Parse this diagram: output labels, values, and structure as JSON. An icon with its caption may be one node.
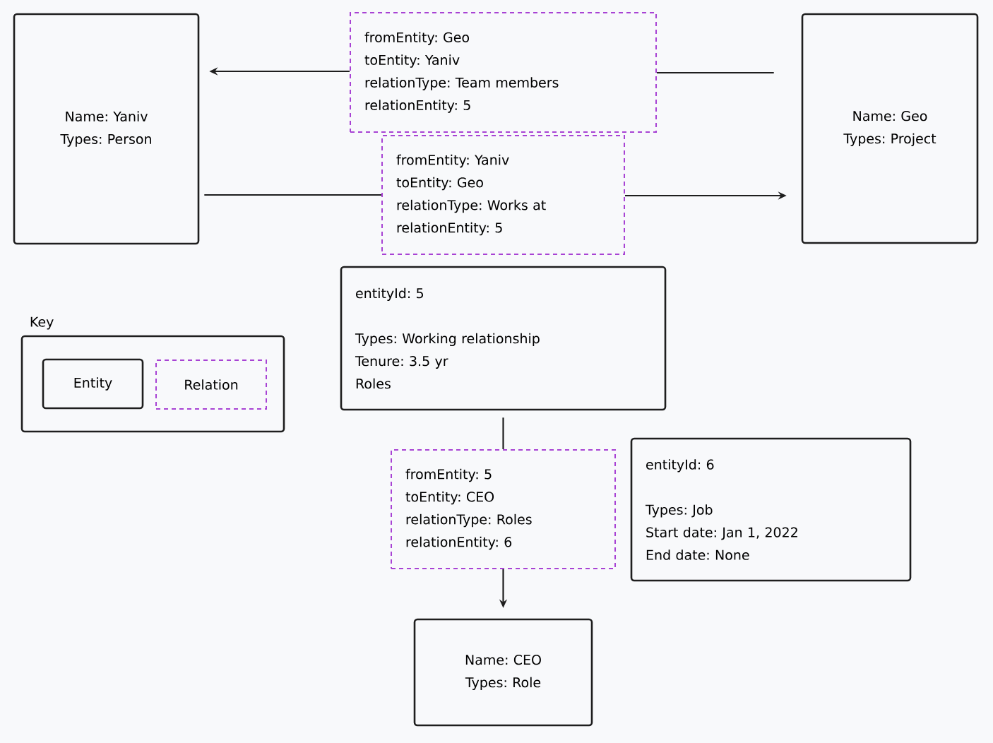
{
  "diagram": {
    "nodes": [
      {
        "text": [
          "Name: Yaniv",
          "Types: Person"
        ]
      },
      {
        "text": [
          "fromEntity: Geo",
          "toEntity: Yaniv",
          "relationType: Team members",
          "relationEntity: 5"
        ]
      },
      {
        "text": [
          "Name: Geo",
          "Types: Project"
        ]
      },
      {
        "text": [
          "fromEntity: Yaniv",
          "toEntity: Geo",
          "relationType: Works at",
          "relationEntity: 5"
        ]
      },
      {
        "text": [
          "entityId: 5",
          "Types: Working relationship",
          "Tenure: 3.5 yr",
          "Roles"
        ]
      },
      {
        "text": [
          "Key"
        ]
      },
      {
        "text": [
          "Entity"
        ],
        "in": 5
      },
      {
        "text": [
          "Relation"
        ],
        "in": 5
      },
      {
        "text": [
          "fromEntity: 5",
          "toEntity: CEO",
          "relationType: Roles",
          "relationEntity: 6"
        ]
      },
      {
        "text": [
          "entityId: 6",
          "Types: Job",
          "Start date: Jan 1, 2022",
          "End date: None"
        ]
      },
      {
        "text": [
          "Name: CEO",
          "Types: Role"
        ]
      }
    ],
    "edges": [
      {
        "from": 2,
        "to": 1,
        "arrow": "none"
      },
      {
        "from": 1,
        "to": 0,
        "arrow": "to"
      },
      {
        "from": 0,
        "to": 3,
        "arrow": "none"
      },
      {
        "from": 3,
        "to": 2,
        "arrow": "to"
      },
      {
        "from": 4,
        "to": 8,
        "arrow": "none"
      },
      {
        "from": 8,
        "to": 10,
        "arrow": "to"
      }
    ]
  }
}
